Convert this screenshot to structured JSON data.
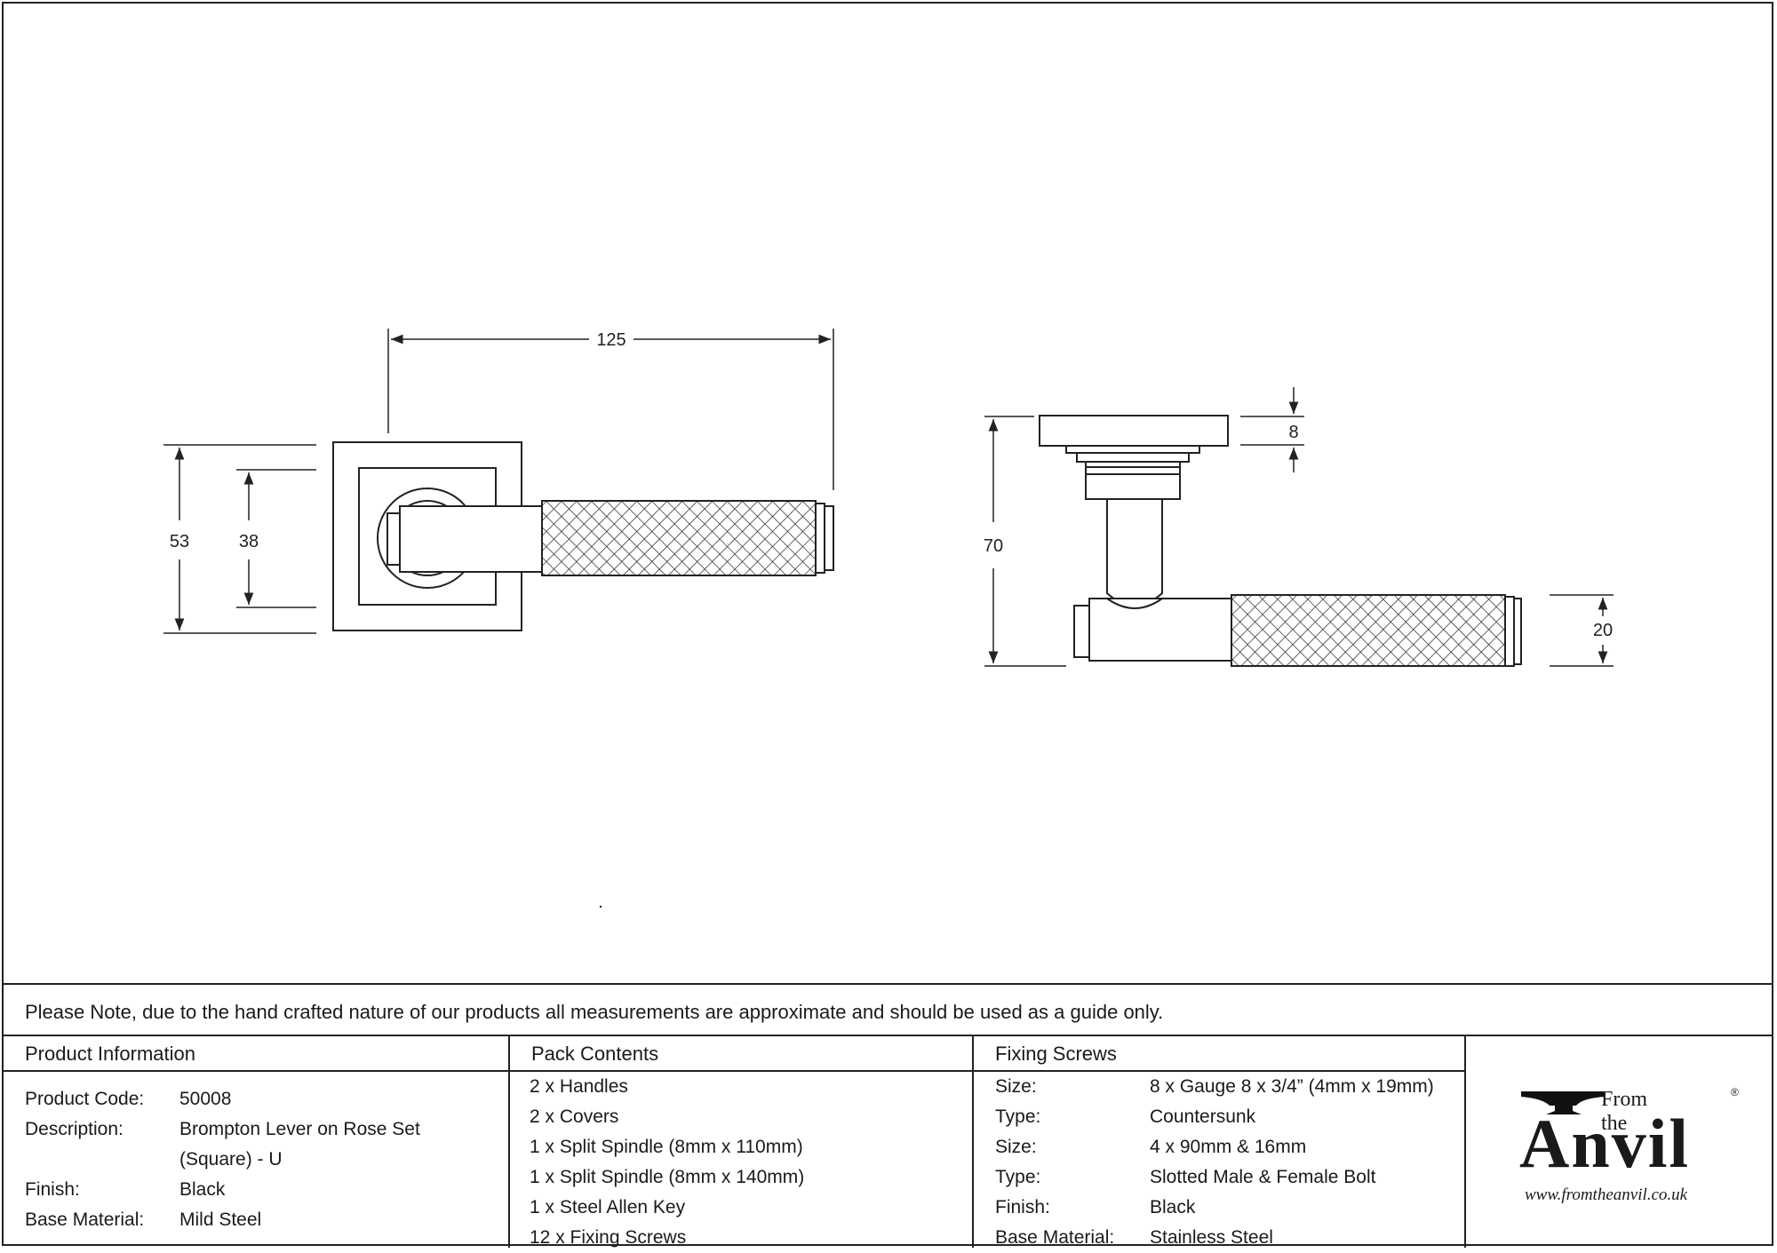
{
  "dimensions": {
    "front_width": "125",
    "front_rose_outer": "53",
    "front_rose_inner": "38",
    "side_rose_thickness": "8",
    "side_projection": "70",
    "side_lever_diameter": "20"
  },
  "note": "Please Note, due to the hand crafted nature of our products all measurements are approximate and should be used as a guide only.",
  "product_info": {
    "heading": "Product Information",
    "rows": [
      {
        "key": "Product Code:",
        "value": "50008"
      },
      {
        "key": "Description:",
        "value": "Brompton Lever on Rose Set"
      },
      {
        "key": "",
        "value": "(Square) - U"
      },
      {
        "key": "Finish:",
        "value": "Black"
      },
      {
        "key": "Base Material:",
        "value": "Mild Steel"
      }
    ]
  },
  "pack_contents": {
    "heading": "Pack Contents",
    "items": [
      "2 x Handles",
      "2 x Covers",
      "1 x Split Spindle (8mm x 110mm)",
      "1 x Split Spindle (8mm x 140mm)",
      "1 x Steel Allen Key",
      "12 x Fixing Screws"
    ]
  },
  "fixing_screws": {
    "heading": "Fixing Screws",
    "rows": [
      {
        "key": "Size:",
        "value": "8 x Gauge 8 x 3/4” (4mm x 19mm)"
      },
      {
        "key": "Type:",
        "value": "Countersunk"
      },
      {
        "key": "Size:",
        "value": "4 x 90mm & 16mm"
      },
      {
        "key": "Type:",
        "value": "Slotted Male & Female Bolt"
      },
      {
        "key": "Finish:",
        "value": "Black"
      },
      {
        "key": "Base Material:",
        "value": "Stainless Steel"
      }
    ]
  },
  "logo": {
    "from_the": "From the",
    "anvil": "Anvil",
    "reg": "®",
    "url": "www.fromtheanvil.co.uk"
  }
}
